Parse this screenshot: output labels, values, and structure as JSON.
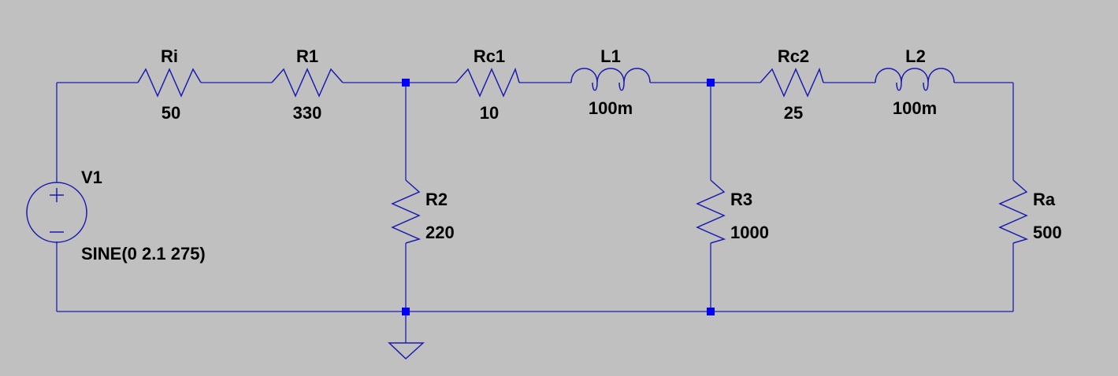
{
  "colors": {
    "background": "#c0c0c0",
    "wire": "#1c1cb0",
    "junction": "#0000ff",
    "text": "#000000"
  },
  "source": {
    "name": "V1",
    "value": "SINE(0 2.1 275)",
    "plus": "+",
    "minus": "−"
  },
  "components": {
    "ri": {
      "name": "Ri",
      "value": "50"
    },
    "r1": {
      "name": "R1",
      "value": "330"
    },
    "rc1": {
      "name": "Rc1",
      "value": "10"
    },
    "l1": {
      "name": "L1",
      "value": "100m"
    },
    "rc2": {
      "name": "Rc2",
      "value": "25"
    },
    "l2": {
      "name": "L2",
      "value": "100m"
    },
    "r2": {
      "name": "R2",
      "value": "220"
    },
    "r3": {
      "name": "R3",
      "value": "1000"
    },
    "ra": {
      "name": "Ra",
      "value": "500"
    }
  }
}
